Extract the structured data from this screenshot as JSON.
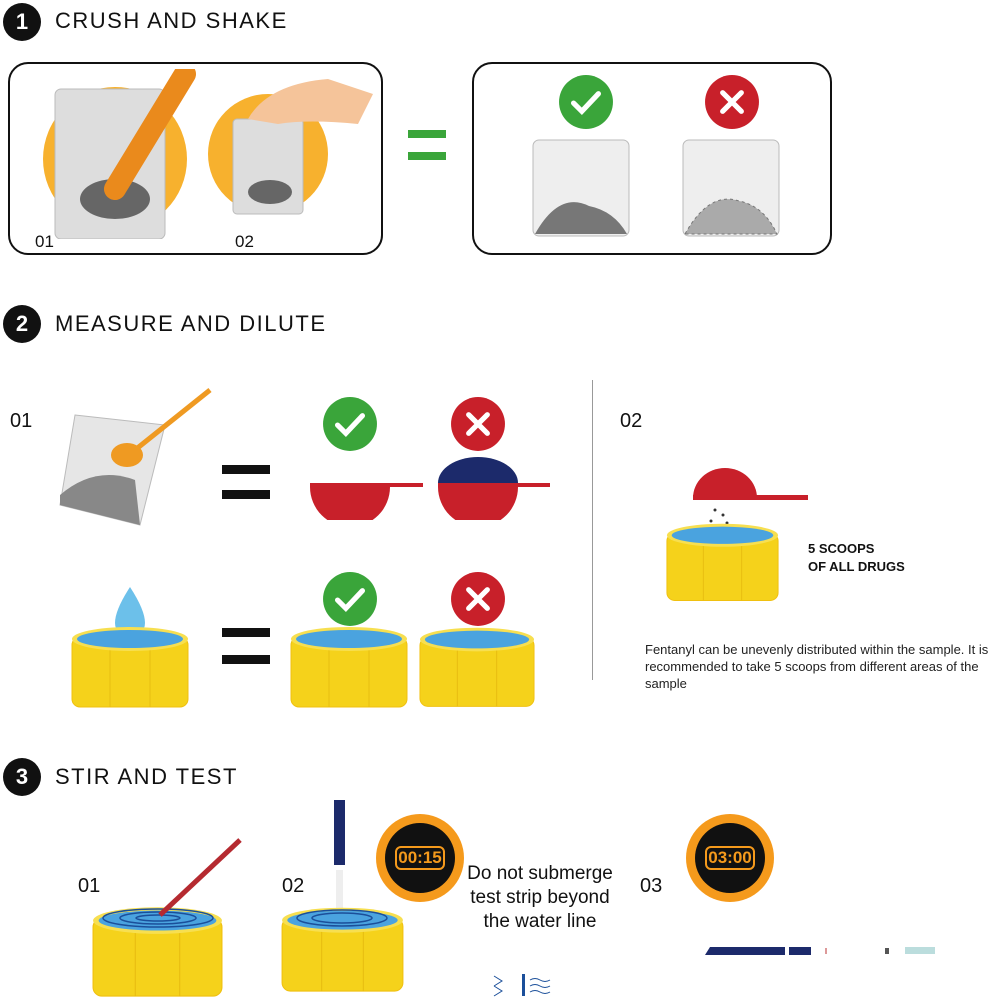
{
  "steps": [
    {
      "number": "1",
      "title": "CRUSH AND SHAKE",
      "labels": [
        "01",
        "02"
      ]
    },
    {
      "number": "2",
      "title": "MEASURE AND DILUTE",
      "labels": [
        "01",
        "02"
      ],
      "scoops_label_1": "5 SCOOPS",
      "scoops_label_2": "OF ALL DRUGS",
      "note": "Fentanyl can be unevenly distributed within the sample. It is recommended to take 5 scoops from different areas of the sample"
    },
    {
      "number": "3",
      "title": "STIR AND TEST",
      "labels": [
        "01",
        "02",
        "03"
      ],
      "timer_1": "00:15",
      "timer_2": "03:00",
      "warning": "Do not submerge test strip beyond the water line"
    }
  ],
  "colors": {
    "correct": "#3aa53a",
    "wrong": "#c8202a",
    "cup": "#f5d21b",
    "water": "#4aa3df",
    "timer": "#f59a1c",
    "scoop": "#c8202a"
  }
}
